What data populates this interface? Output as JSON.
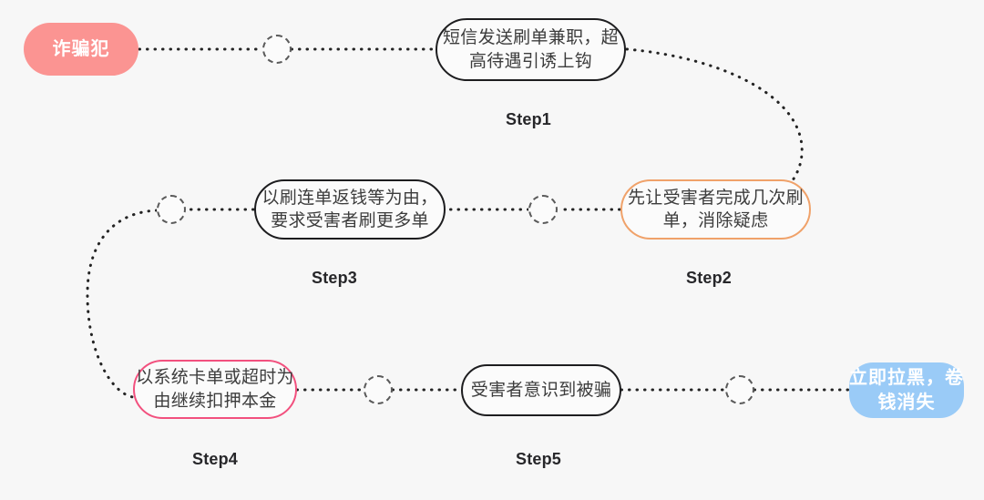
{
  "diagram": {
    "title_text": "",
    "background_color": "#f7f7f7",
    "nodes": {
      "actor": {
        "text": "诈骗犯",
        "fill": "#fb9492",
        "text_color": "#ffffff"
      },
      "step1": {
        "text": "短信发送刷单兼职，超\n高待遇引诱上钩",
        "border_color": "#1d1d1f"
      },
      "step2": {
        "text": "先让受害者完成几次刷\n单，消除疑虑",
        "border_color": "#f0a26a"
      },
      "step3": {
        "text": "以刷连单返钱等为由，\n要求受害者刷更多单",
        "border_color": "#1d1d1f"
      },
      "step4": {
        "text": "以系统卡单或超时为\n由继续扣押本金",
        "border_color": "#f2507e"
      },
      "step5": {
        "text": "受害者意识到被骗",
        "border_color": "#1d1d1f"
      },
      "outcome": {
        "text": "立即拉黑，卷\n钱消失",
        "fill": "#9acbf7",
        "text_color": "#ffffff"
      }
    },
    "captions": {
      "step1": "Step1",
      "step2": "Step2",
      "step3": "Step3",
      "step4": "Step4",
      "step5": "Step5"
    },
    "connector": {
      "style": "dotted",
      "color": "#232323",
      "joint_fill": "#fbfbfb",
      "joint_border": "#5a5a5a"
    }
  }
}
